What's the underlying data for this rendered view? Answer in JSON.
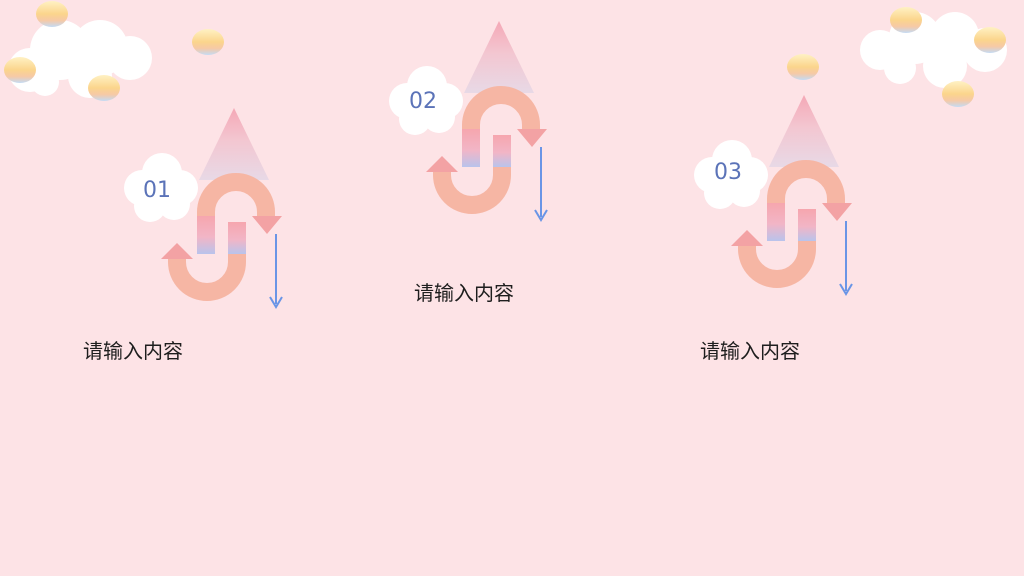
{
  "steps": [
    {
      "number": "01",
      "label": "请输入内容"
    },
    {
      "number": "02",
      "label": "请输入内容"
    },
    {
      "number": "03",
      "label": "请输入内容"
    }
  ],
  "colors": {
    "background": "#fde3e6",
    "number_text": "#5b73b8",
    "down_arrow": "#6a95e6",
    "cloud": "#ffffff",
    "balloon_top": "#ffe7a6",
    "balloon_bottom": "#bcd6f2"
  }
}
